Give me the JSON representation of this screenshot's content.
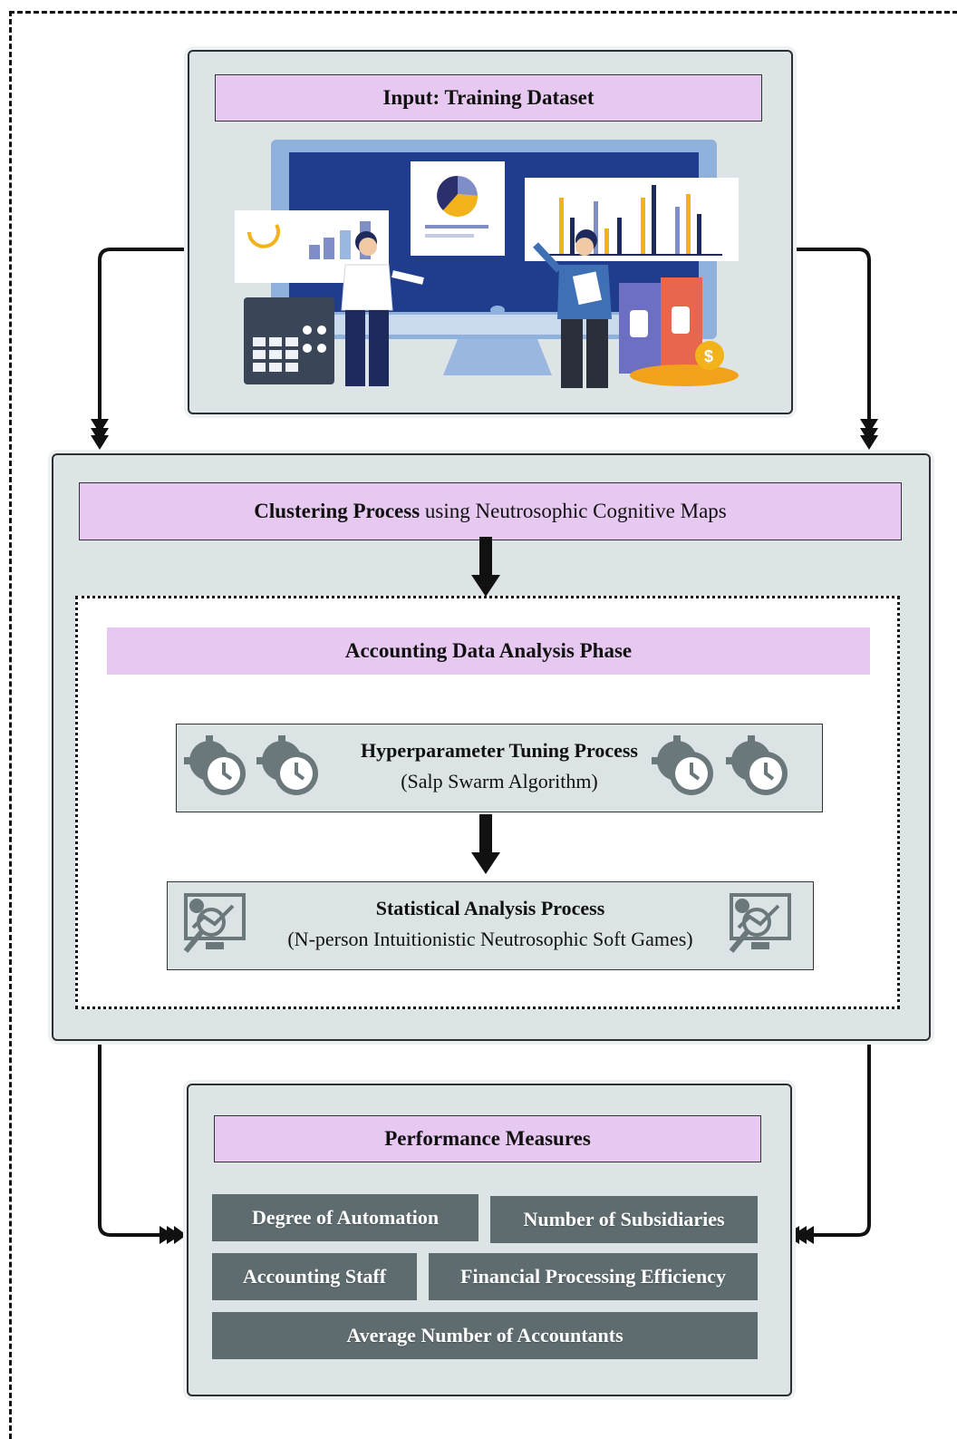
{
  "input": {
    "title": "Input: Training Dataset"
  },
  "clustering": {
    "bold": "Clustering Process",
    "rest": " using Neutrosophic Cognitive Maps"
  },
  "analysis": {
    "title": "Accounting Data Analysis Phase",
    "hyper": {
      "title": "Hyperparameter Tuning Process",
      "subtitle": "(Salp Swarm Algorithm)"
    },
    "stat": {
      "title": "Statistical Analysis Process",
      "subtitle": "(N-person Intuitionistic Neutrosophic Soft Games)"
    }
  },
  "performance": {
    "title": "Performance Measures",
    "measures": [
      "Degree of Automation",
      "Number of Subsidiaries",
      "Accounting Staff",
      "Financial Processing Efficiency",
      "Average Number of Accountants"
    ]
  },
  "icons": [
    "gear-clock-icon",
    "analytics-monitor-icon",
    "business-analytics-illustration"
  ]
}
